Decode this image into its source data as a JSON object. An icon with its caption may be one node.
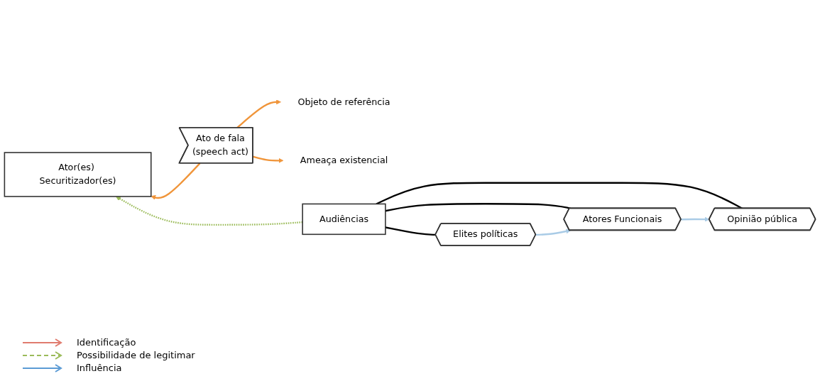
{
  "diagram": {
    "nodes": [
      {
        "text": [
          "Ator(es) Securitizador(es)"
        ]
      },
      {
        "text": [
          "Ato de fala",
          "(speech act)"
        ]
      },
      {
        "text": [
          "Objeto de referência"
        ]
      },
      {
        "text": [
          "Ameaça existencial"
        ]
      },
      {
        "text": [
          "Audiências"
        ]
      },
      {
        "text": [
          "Opinião pública"
        ]
      },
      {
        "text": [
          "Atores Funcionais"
        ]
      },
      {
        "text": [
          "Elites políticas"
        ]
      }
    ],
    "edges": [
      {
        "from": 1,
        "to": 0,
        "arrow": "to",
        "color": "#f0953a"
      },
      {
        "from": 1,
        "to": 2,
        "arrow": "to",
        "color": "#f0953a"
      },
      {
        "from": 1,
        "to": 3,
        "arrow": "to",
        "color": "#f0953a"
      },
      {
        "from": 4,
        "to": 5,
        "arrow": "none",
        "color": "#000000"
      },
      {
        "from": 4,
        "to": 6,
        "arrow": "none",
        "color": "#000000"
      },
      {
        "from": 4,
        "to": 7,
        "arrow": "none",
        "color": "#000000"
      },
      {
        "from": 6,
        "to": 5,
        "arrow": "to",
        "color": "#a9cbe6"
      },
      {
        "from": 7,
        "to": 6,
        "arrow": "to",
        "color": "#a9cbe6"
      },
      {
        "from": 4,
        "to": 0,
        "arrow": "to",
        "style": "dashed",
        "color": "#9bbb59"
      }
    ],
    "legend": [
      {
        "text": "Identificação"
      },
      {
        "text": "Possibilidade de legitimar"
      },
      {
        "text": "Influência"
      }
    ]
  }
}
